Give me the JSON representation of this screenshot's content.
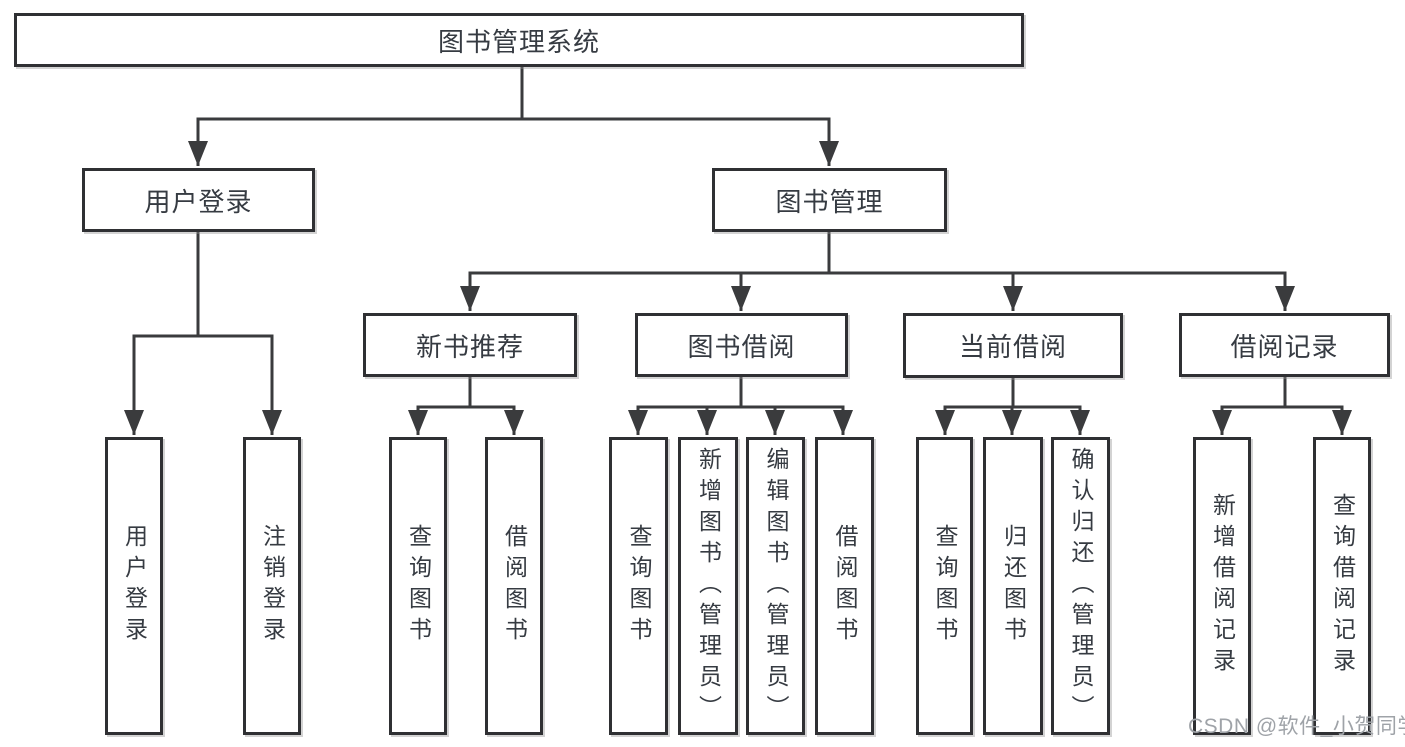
{
  "colors": {
    "line": "#3a3b3d",
    "box_border": "#2f3033",
    "text": "#363b42",
    "watermark": "#9fa3a8",
    "background": "#ffffff"
  },
  "root": {
    "label": "图书管理系统"
  },
  "login": {
    "label": "用户登录",
    "children": [
      {
        "label": "用户登录"
      },
      {
        "label": "注销登录"
      }
    ]
  },
  "management": {
    "label": "图书管理",
    "sections": [
      {
        "label": "新书推荐",
        "children": [
          {
            "label": "查询图书"
          },
          {
            "label": "借阅图书"
          }
        ]
      },
      {
        "label": "图书借阅",
        "children": [
          {
            "label": "查询图书"
          },
          {
            "label": "新增图书（管理员）"
          },
          {
            "label": "编辑图书（管理员）"
          },
          {
            "label": "借阅图书"
          }
        ]
      },
      {
        "label": "当前借阅",
        "children": [
          {
            "label": "查询图书"
          },
          {
            "label": "归还图书"
          },
          {
            "label": "确认归还（管理员）"
          }
        ]
      },
      {
        "label": "借阅记录",
        "children": [
          {
            "label": "新增借阅记录"
          },
          {
            "label": "查询借阅记录"
          }
        ]
      }
    ]
  },
  "watermark": {
    "text": "CSDN @软件_小贺同学"
  }
}
